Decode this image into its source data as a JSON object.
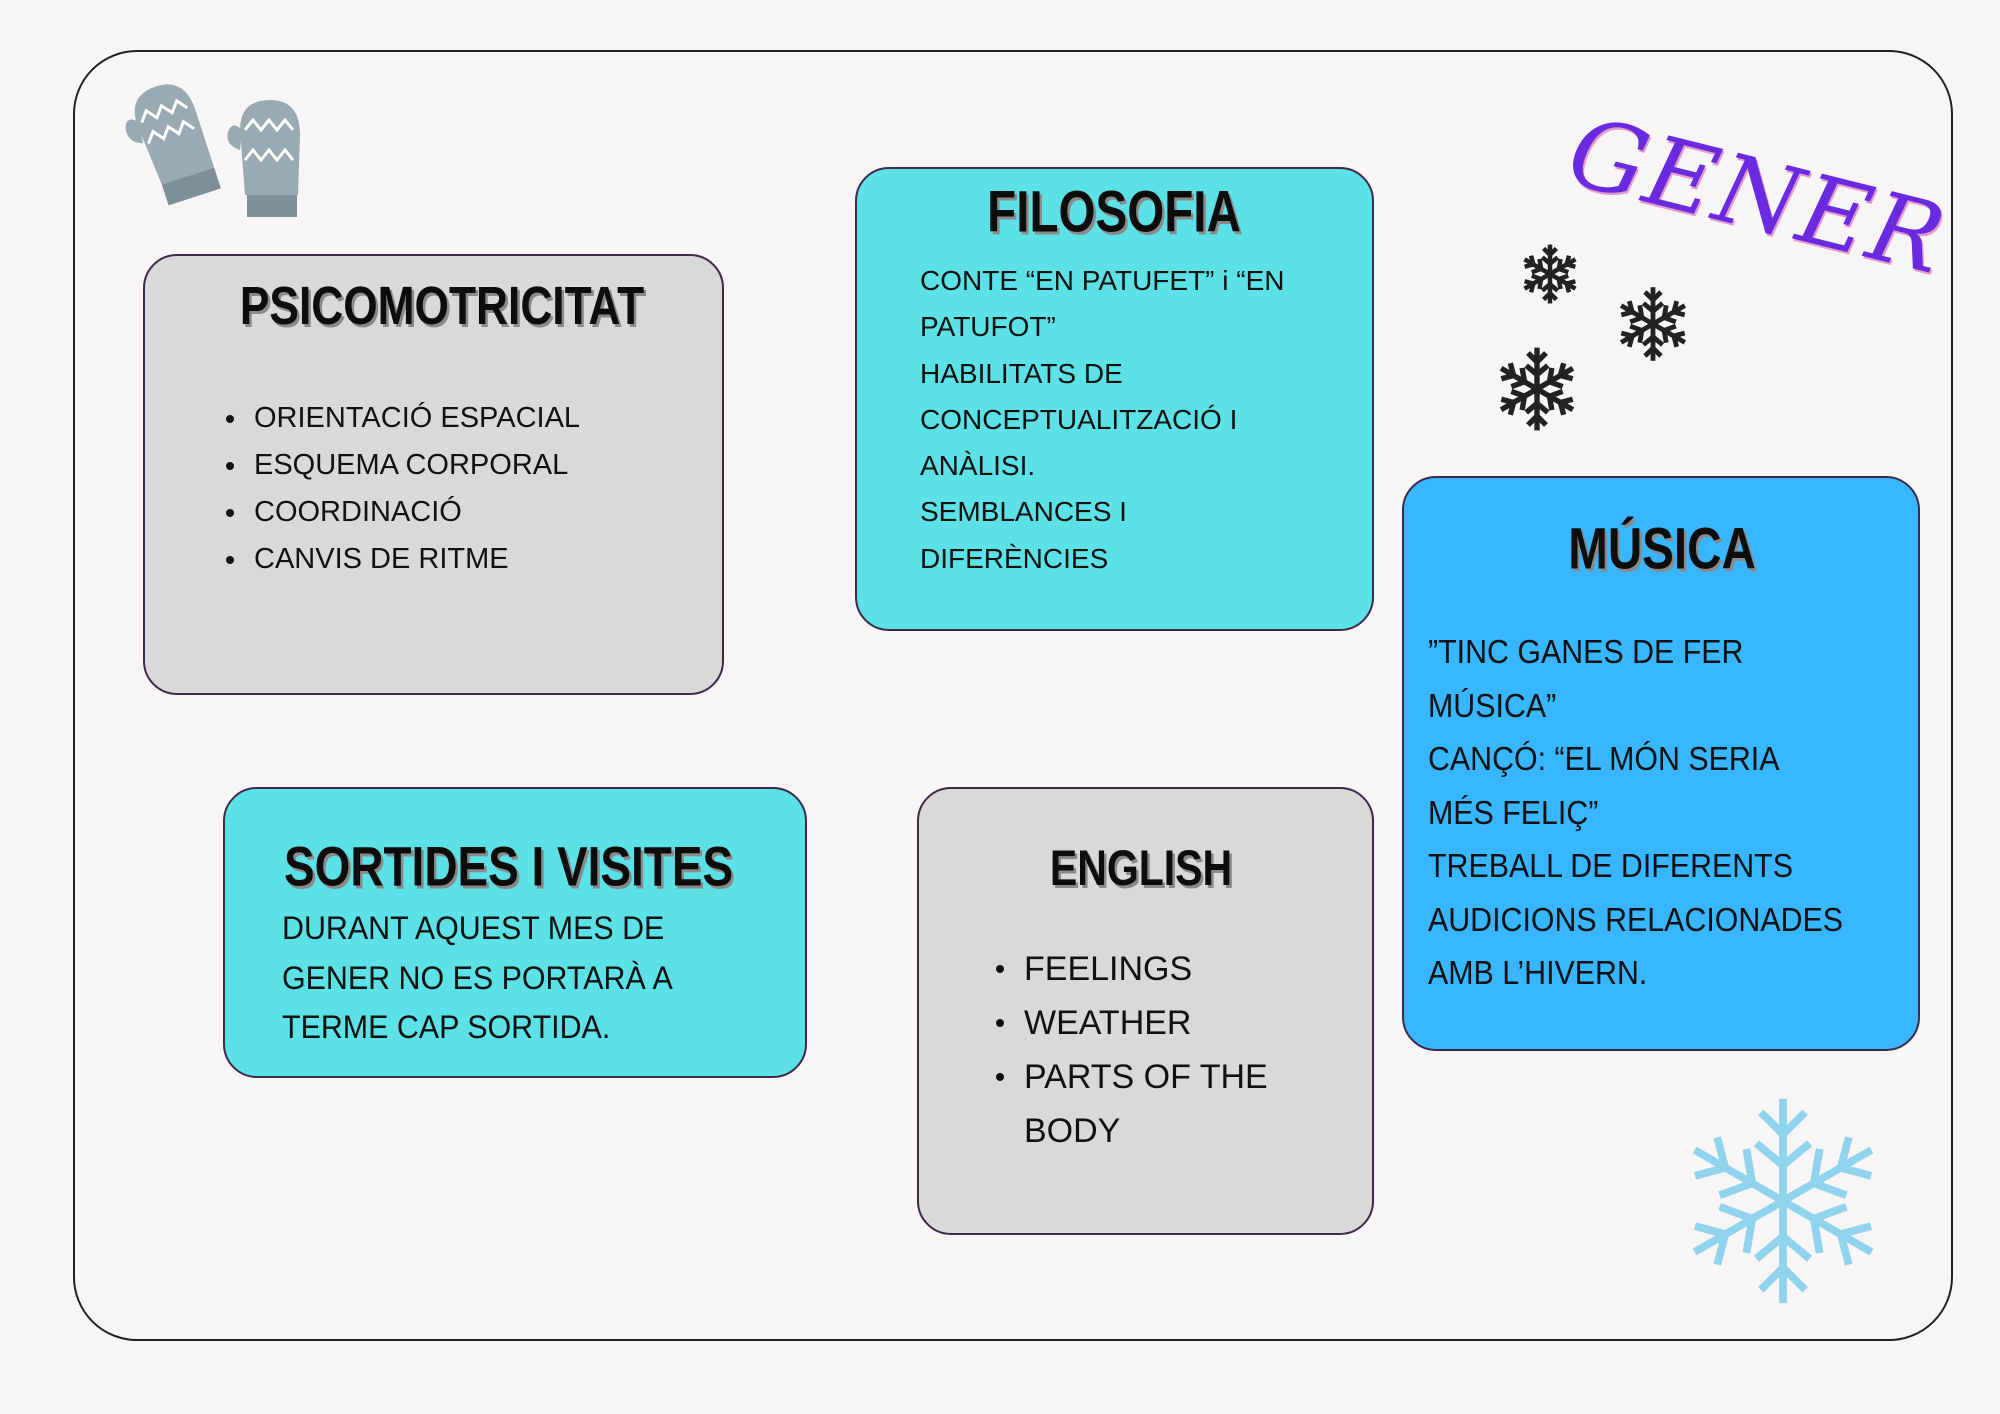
{
  "header": {
    "title": "GENER"
  },
  "cards": {
    "psicomotricitat": {
      "title": "PSICOMOTRICITAT",
      "items": [
        "ORIENTACIÓ ESPACIAL",
        "ESQUEMA CORPORAL",
        "COORDINACIÓ",
        "CANVIS DE RITME"
      ]
    },
    "filosofia": {
      "title": "FILOSOFIA",
      "lines": [
        "CONTE “EN PATUFET” i “EN",
        "PATUFOT”",
        "HABILITATS DE",
        "CONCEPTUALITZACIÓ I",
        "ANÀLISI.",
        "SEMBLANCES I",
        "DIFERÈNCIES"
      ]
    },
    "musica": {
      "title": "MÚSICA",
      "lines": [
        "”TINC GANES DE FER",
        "MÚSICA”",
        "CANÇÓ: “EL MÓN SERIA",
        "MÉS FELIÇ”",
        "TREBALL DE DIFERENTS",
        "AUDICIONS RELACIONADES",
        "AMB L’HIVERN."
      ]
    },
    "sortides": {
      "title": "SORTIDES I VISITES",
      "lines": [
        "DURANT AQUEST MES DE",
        "GENER NO ES PORTARÀ A",
        "TERME CAP SORTIDA."
      ]
    },
    "english": {
      "title": "ENGLISH",
      "items": [
        "FEELINGS",
        "WEATHER",
        "PARTS OF THE",
        "BODY"
      ]
    }
  },
  "colors": {
    "gray": "#d9d9d9",
    "cyan": "#5ce1e6",
    "blue": "#38b6ff",
    "title_purple": "#6a2be0",
    "flake_dark": "#222222",
    "flake_light": "#8fd3ec",
    "mitten": "#9aaab2"
  }
}
